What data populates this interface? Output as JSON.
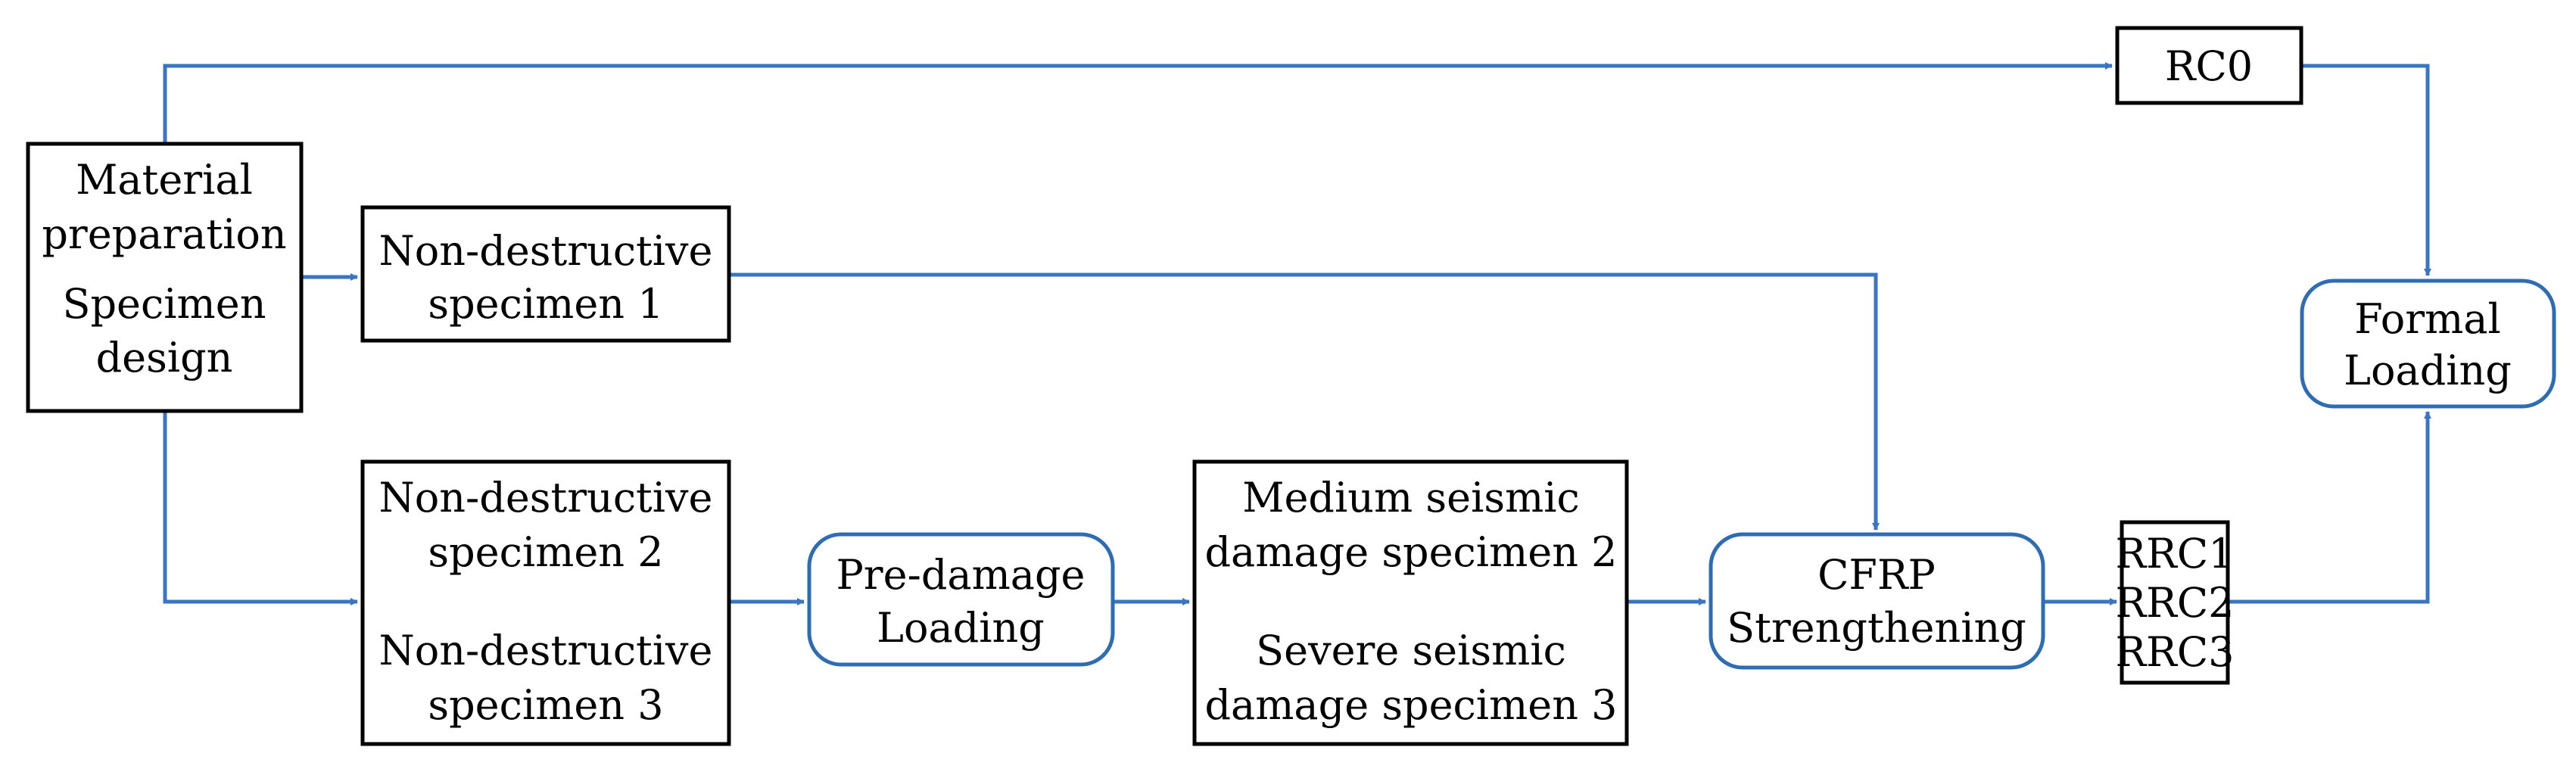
{
  "colors": {
    "arrow": "#3a75c4",
    "rounded_border": "#2e6db4",
    "box_border": "#000000"
  },
  "nodes": {
    "material": {
      "line1": "Material",
      "line2": "preparation",
      "line3": "Specimen",
      "line4": "design"
    },
    "nd1": {
      "line1": "Non-destructive",
      "line2": "specimen 1"
    },
    "nd23": {
      "line1": "Non-destructive",
      "line2": "specimen 2",
      "line3": "Non-destructive",
      "line4": "specimen 3"
    },
    "predamage": {
      "line1": "Pre-damage",
      "line2": "Loading"
    },
    "damaged": {
      "line1": "Medium seismic",
      "line2": "damage specimen 2",
      "line3": "Severe seismic",
      "line4": "damage specimen 3"
    },
    "cfrp": {
      "line1": "CFRP",
      "line2": "Strengthening"
    },
    "rrc": {
      "line1": "RRC1",
      "line2": "RRC2",
      "line3": "RRC3"
    },
    "rc0": {
      "line1": "RC0"
    },
    "formal": {
      "line1": "Formal",
      "line2": "Loading"
    }
  }
}
